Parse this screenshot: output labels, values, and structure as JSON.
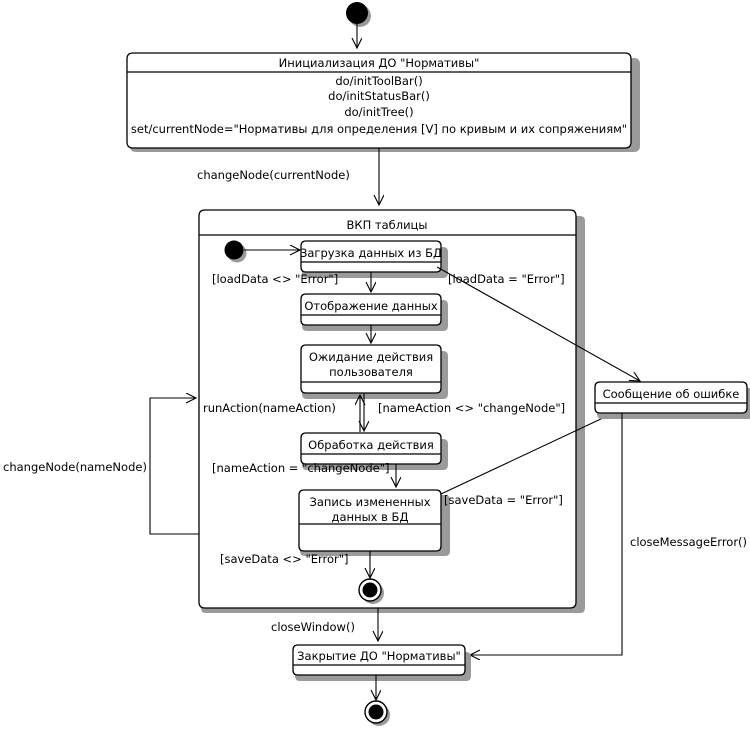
{
  "diagram": {
    "type": "uml-state-machine",
    "title_visible": false,
    "colors": {
      "stroke": "#000000",
      "fill": "#ffffff",
      "shadow": "#9a9a9a",
      "background": "#ffffff"
    }
  },
  "nodes": {
    "start": {
      "kind": "initial-node",
      "label": ""
    },
    "init_state": {
      "kind": "state",
      "name": "Инициализация ДО \"Нормативы\"",
      "actions": [
        "do/initToolBar()",
        "do/initStatusBar()",
        "do/initTree()",
        "set/currentNode=\"Нормативы для определения [V] по кривым и их сопряжениям\""
      ]
    },
    "composite": {
      "kind": "composite-state",
      "name": "ВКП таблицы"
    },
    "inner_start": {
      "kind": "initial-node",
      "label": ""
    },
    "load_data": {
      "kind": "state",
      "name": "Загрузка данных из БД"
    },
    "show_data": {
      "kind": "state",
      "name": "Отображение данных"
    },
    "wait_action": {
      "kind": "state",
      "name_line1": "Ожидание действия",
      "name_line2": "пользователя"
    },
    "process_action": {
      "kind": "state",
      "name": "Обработка действия"
    },
    "save_data": {
      "kind": "state",
      "name_line1": "Запись измененных",
      "name_line2": "данных в БД"
    },
    "inner_final": {
      "kind": "final-node",
      "label": ""
    },
    "error_message": {
      "kind": "state",
      "name": "Сообщение об ошибке"
    },
    "close_state": {
      "kind": "state",
      "name": "Закрытие ДО \"Нормативы\""
    },
    "final": {
      "kind": "final-node",
      "label": ""
    }
  },
  "edges": [
    {
      "id": "e1",
      "from": "start",
      "to": "init_state",
      "label": ""
    },
    {
      "id": "e2",
      "from": "init_state",
      "to": "composite",
      "label": "changeNode(currentNode)"
    },
    {
      "id": "e3",
      "from": "inner_start",
      "to": "load_data",
      "label": ""
    },
    {
      "id": "e4",
      "from": "load_data",
      "to": "show_data",
      "label": "[loadData <> \"Error\"]"
    },
    {
      "id": "e5",
      "from": "load_data",
      "to": "error_message",
      "label": "[loadData = \"Error\"]"
    },
    {
      "id": "e6",
      "from": "show_data",
      "to": "wait_action",
      "label": ""
    },
    {
      "id": "e7",
      "from": "wait_action",
      "to": "process_action",
      "label": ""
    },
    {
      "id": "e8",
      "from": "process_action",
      "to": "wait_action",
      "label": "[nameAction <> \"changeNode\"]"
    },
    {
      "id": "e9",
      "from": "process_action",
      "to": "save_data",
      "label": "[nameAction = \"changeNode\"]"
    },
    {
      "id": "e10",
      "from": "save_data",
      "to": "error_message",
      "label": "[saveData = \"Error\"]"
    },
    {
      "id": "e11",
      "from": "save_data",
      "to": "inner_final",
      "label": "[saveData <> \"Error\"]"
    },
    {
      "id": "e12",
      "from": "composite",
      "to": "composite",
      "label": "changeNode(nameNode)",
      "label2": "runAction(nameAction)"
    },
    {
      "id": "e13",
      "from": "composite",
      "to": "close_state",
      "label": "closeWindow()"
    },
    {
      "id": "e14",
      "from": "error_message",
      "to": "close_state",
      "label": "closeMessageError()"
    },
    {
      "id": "e15",
      "from": "close_state",
      "to": "final",
      "label": ""
    }
  ],
  "labels": {
    "changeNode_currentNode": "changeNode(currentNode)",
    "loadData_ok": "[loadData <> \"Error\"]",
    "loadData_err": "[loadData = \"Error\"]",
    "runAction": "runAction(nameAction)",
    "nameAction_ne": "[nameAction <> \"changeNode\"]",
    "nameAction_eq": "[nameAction = \"changeNode\"]",
    "saveData_err": "[saveData = \"Error\"]",
    "saveData_ok": "[saveData <> \"Error\"]",
    "changeNode_nameNode": "changeNode(nameNode)",
    "closeWindow": "closeWindow()",
    "closeMessageError": "closeMessageError()"
  }
}
